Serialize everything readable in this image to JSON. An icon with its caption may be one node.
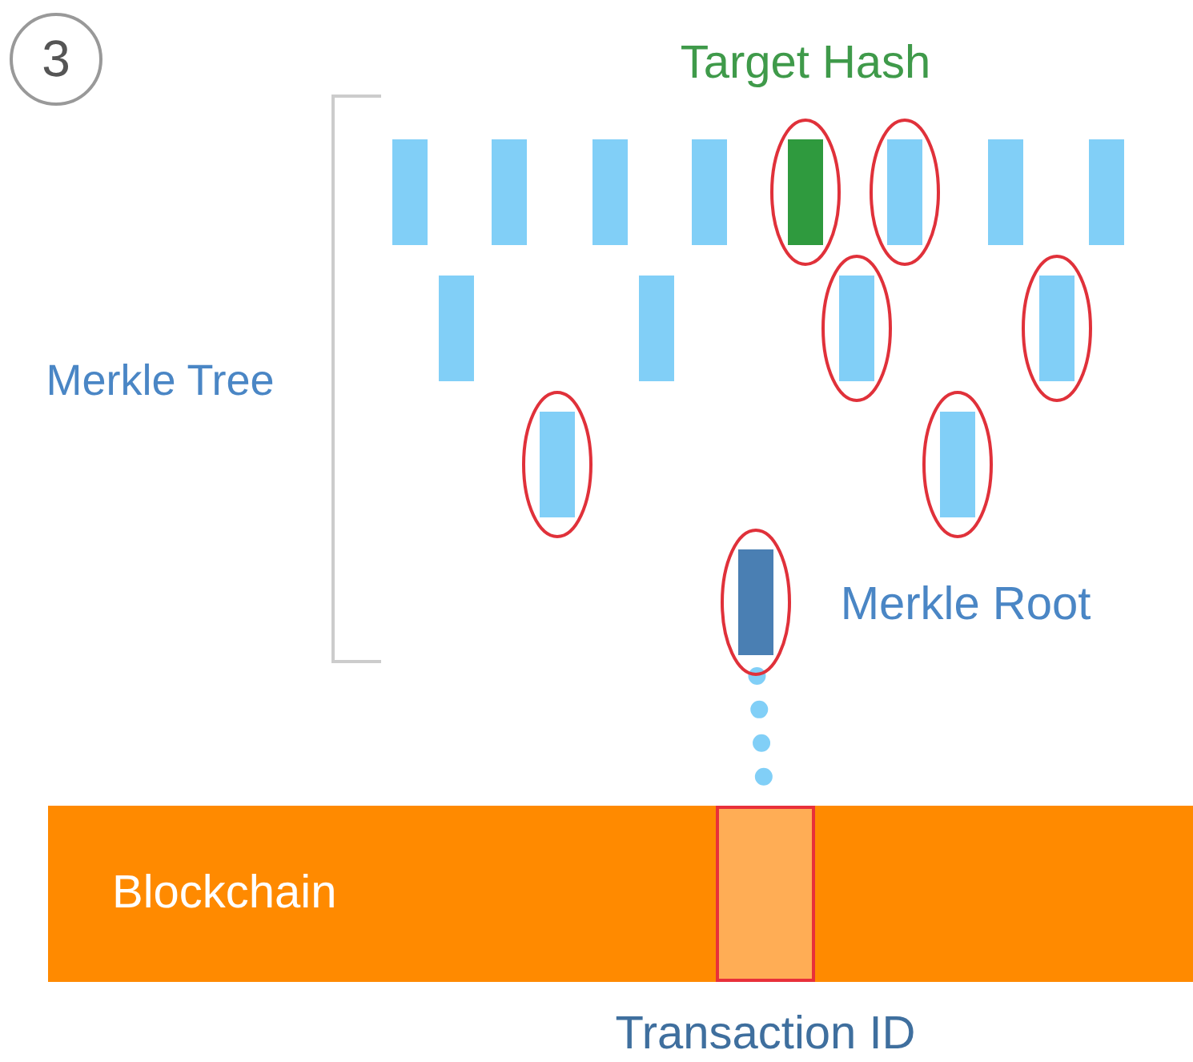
{
  "diagram": {
    "nodes": [
      {
        "text": [
          "3"
        ]
      },
      {
        "text": [],
        "shape": "bar"
      },
      {
        "text": [],
        "shape": "bar"
      },
      {
        "text": [],
        "shape": "bar"
      },
      {
        "text": [],
        "shape": "bar"
      },
      {
        "text": [],
        "shape": "bar",
        "beside": [
          "Target Hash"
        ]
      },
      {
        "text": [],
        "shape": "bar"
      },
      {
        "text": [],
        "shape": "bar"
      },
      {
        "text": [],
        "shape": "bar"
      },
      {
        "text": [],
        "shape": "bar"
      },
      {
        "text": [],
        "shape": "bar"
      },
      {
        "text": [],
        "shape": "bar"
      },
      {
        "text": [],
        "shape": "bar"
      },
      {
        "text": [],
        "shape": "bar"
      },
      {
        "text": [],
        "shape": "bar"
      },
      {
        "text": [],
        "shape": "bar",
        "beside": [
          "Merkle Root"
        ]
      },
      {
        "text": [
          "Blockchain"
        ]
      },
      {
        "text": [],
        "shape": "box",
        "in": 16,
        "beside": [
          "Transaction ID"
        ]
      }
    ],
    "edges": [
      {
        "from": 15,
        "to": 17,
        "arrow": "none",
        "style": "dashed"
      }
    ],
    "labels": [
      "Merkle Tree"
    ]
  }
}
